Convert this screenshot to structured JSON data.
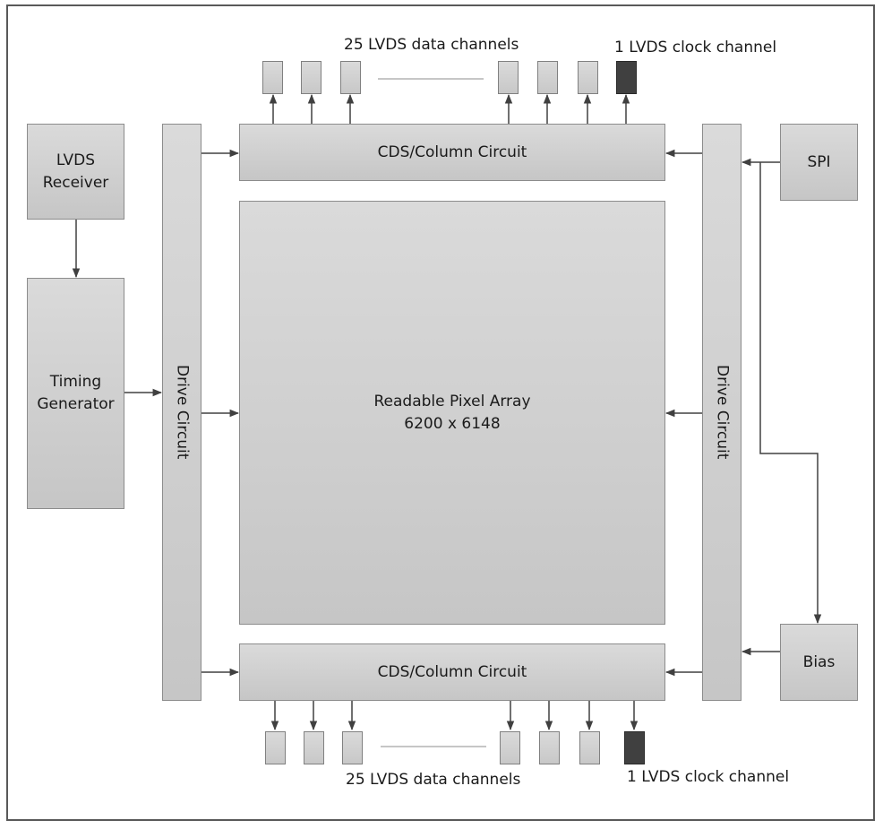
{
  "blocks": {
    "lvds_receiver": "LVDS\nReceiver",
    "timing_generator": "Timing\nGenerator",
    "drive_circuit_left": "Drive Circuit",
    "drive_circuit_right": "Drive Circuit",
    "cds_top": "CDS/Column Circuit",
    "cds_bottom": "CDS/Column Circuit",
    "pixel_array_title": "Readable Pixel Array",
    "pixel_array_size": "6200 x 6148",
    "spi": "SPI",
    "bias": "Bias"
  },
  "labels": {
    "top_data": "25 LVDS data channels",
    "top_clock": "1 LVDS clock channel",
    "bottom_data": "25 LVDS data channels",
    "bottom_clock": "1 LVDS clock channel"
  },
  "colors": {
    "block_fill": "#d0d0d0",
    "clock_pin": "#404040",
    "line": "#404040"
  }
}
